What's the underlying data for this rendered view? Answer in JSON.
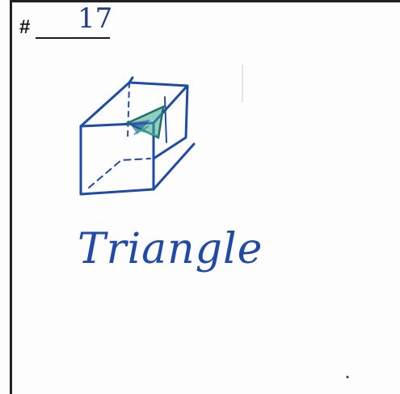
{
  "worksheet": {
    "hash_symbol": "#",
    "number": "17",
    "caption": "Triangle"
  },
  "colors": {
    "ink": "#1f4aa8",
    "cut_face": "#3aa88e",
    "border": "#222222"
  },
  "icons": {
    "drawing": "cube-with-corner-cut-sketch"
  }
}
